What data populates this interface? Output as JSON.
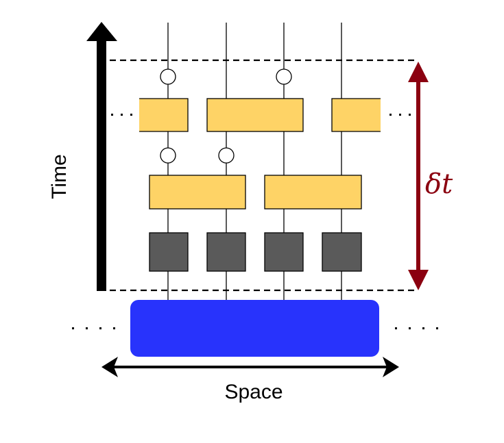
{
  "diagram": {
    "time_label": "Time",
    "space_label": "Space",
    "delta_label": "δt",
    "ellipsis": "· · ·",
    "colors": {
      "gate_two_qubit": "#fed366",
      "gate_single": "#5a5a5a",
      "substrate": "#2833fc",
      "delta_arrow": "#8b0010",
      "axis": "#000000",
      "measurement_circle": "#ffffff"
    },
    "wires_x": [
      245,
      330,
      414,
      498
    ],
    "layers": [
      {
        "name": "top-two-qubit-layer",
        "boxes": 3
      },
      {
        "name": "middle-two-qubit-layer",
        "boxes": 2
      },
      {
        "name": "single-qubit-layer",
        "boxes": 4
      }
    ],
    "circles": 4
  }
}
